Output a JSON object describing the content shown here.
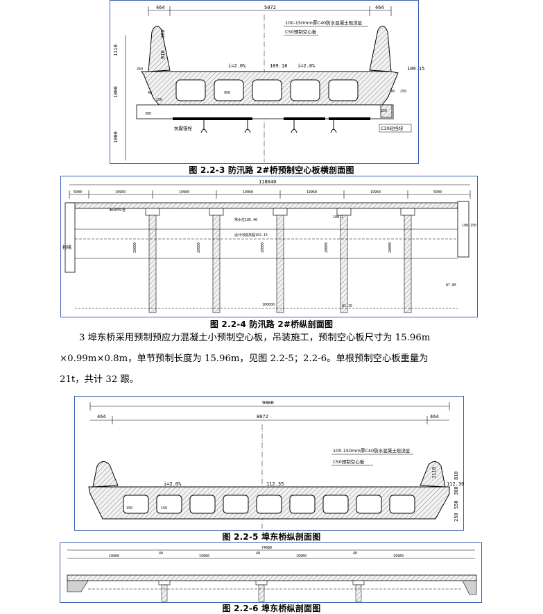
{
  "figures": [
    {
      "id": "fig-2-2-3",
      "caption": "图 2.2-3 防汛路 2#桥预制空心板横剖面图",
      "dims": {
        "left": "464",
        "middle": "5072",
        "right": "464"
      },
      "notes": [
        "100-150mm厚C40防水混凝土现浇层",
        "C50预制空心板"
      ],
      "vertical_dims": [
        "1110",
        "1000",
        "1000",
        "300",
        "810"
      ],
      "slopes": [
        "i=2.0%",
        "i=2.0%"
      ],
      "elevations": [
        "109.18",
        "109.15"
      ],
      "small_dims": [
        "250",
        "40",
        "250",
        "300",
        "950",
        "40",
        "250",
        "250"
      ],
      "labels": [
        "抗震锚栓",
        "C30砼挡块"
      ]
    },
    {
      "id": "fig-2-2-4",
      "caption": "图 2.2-4 防汛路 2#桥纵剖面图",
      "top_dim": "118040",
      "span_dims": [
        "5000",
        "19960",
        "19960",
        "19960",
        "19960",
        "19960",
        "5000"
      ],
      "labels": [
        "Φ50PVC管",
        "设计河底高程102.15",
        "常水位105.40",
        "108.1",
        "100-150",
        "挡墙"
      ],
      "elevations": [
        "87.85",
        "81.15"
      ],
      "pile_dims": [
        "28000",
        "28000",
        "28000",
        "28000",
        "28000"
      ],
      "bottom_dim": "100000"
    },
    {
      "id": "fig-2-2-5",
      "caption": "图 2.2-5 埠东桥纵剖面图",
      "top_dim": "9000",
      "dims": {
        "left": "464",
        "middle": "8072",
        "right": "464"
      },
      "notes": [
        "100-150mm厚C40防水混凝土现浇层",
        "C50预制空心板"
      ],
      "slope": "i=2.0%",
      "elevations": [
        "112.35",
        "112.30"
      ],
      "vertical_dims": [
        "1110",
        "810",
        "300",
        "550",
        "250"
      ],
      "small_dims": [
        "150",
        "150"
      ]
    },
    {
      "id": "fig-2-2-6",
      "caption": "图 2.2-6 埠东桥纵剖面图",
      "top_dim": "74080",
      "span_dims": [
        "19960",
        "19960",
        "19960",
        "19960"
      ],
      "joint_dims": [
        "40",
        "40",
        "40"
      ]
    }
  ],
  "paragraph": {
    "lines": [
      "3 埠东桥采用预制预应力混凝土小预制空心板，吊装施工，预制空心板尺寸为 15.96m",
      "×0.99m×0.8m，单节预制长度为 15.96m，见图 2.2-5；2.2-6。单根预制空心板重量为",
      "21t，共计 32 跟。"
    ]
  },
  "colors": {
    "frame": "#3b5fb0",
    "ink": "#000000",
    "hatch": "#9a9a9a"
  }
}
